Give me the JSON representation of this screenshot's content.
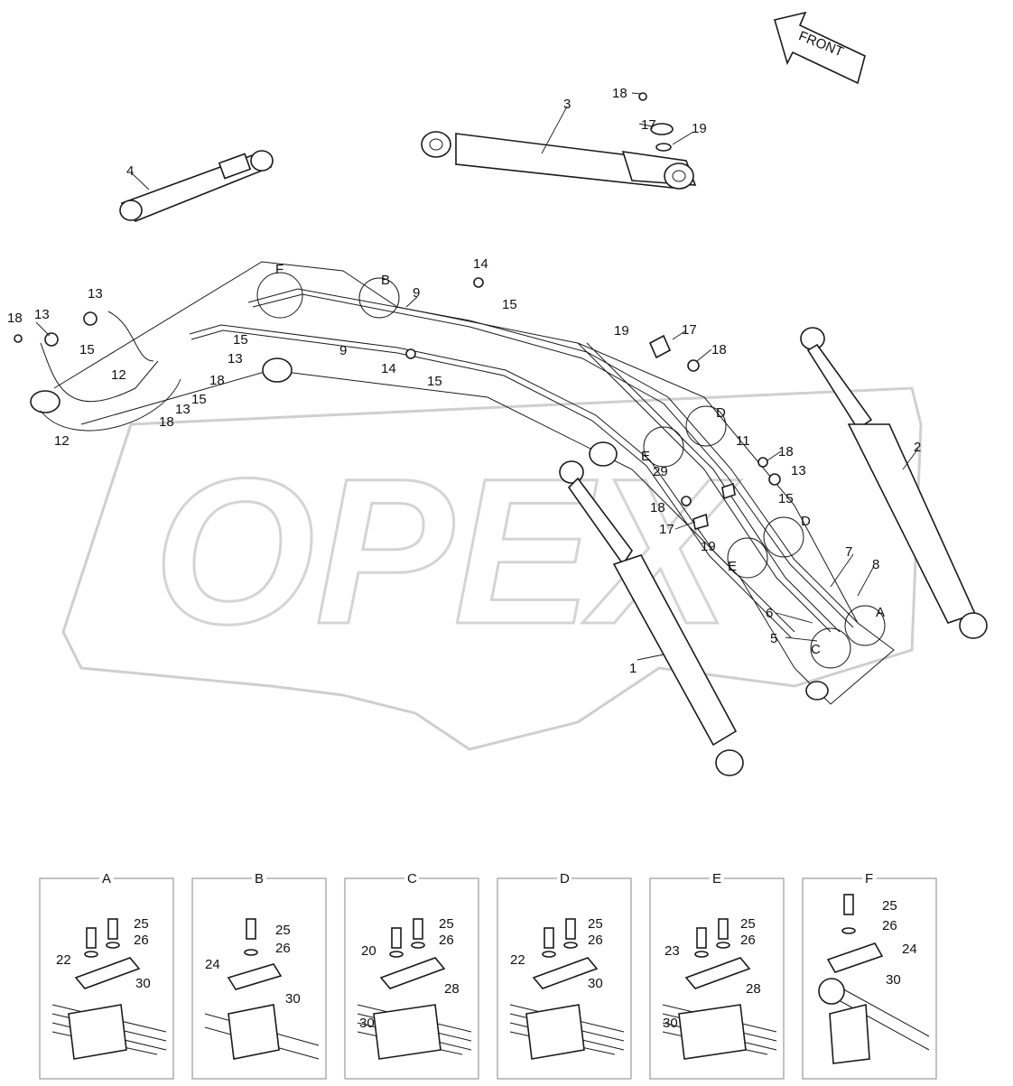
{
  "watermark": "OPEX",
  "front_arrow": {
    "label": "FRONT"
  },
  "callouts": {
    "c1": "1",
    "c2": "2",
    "c3": "3",
    "c4": "4",
    "c5": "5",
    "c6": "6",
    "c7": "7",
    "c8": "8",
    "c9a": "9",
    "c9b": "9",
    "c11": "11",
    "c12a": "12",
    "c12b": "12",
    "c13a": "13",
    "c13b": "13",
    "c13c": "13",
    "c13d": "13",
    "c13e": "13",
    "c14a": "14",
    "c14b": "14",
    "c15a": "15",
    "c15b": "15",
    "c15c": "15",
    "c15d": "15",
    "c15e": "15",
    "c15f": "15",
    "c17a": "17",
    "c17b": "17",
    "c17c": "17",
    "c18a": "18",
    "c18b": "18",
    "c18c": "18",
    "c18d": "18",
    "c18e": "18",
    "c18f": "18",
    "c18g": "18",
    "c19a": "19",
    "c19b": "19",
    "c19c": "19",
    "c29": "29",
    "tagA": "A",
    "tagB": "B",
    "tagC": "C",
    "tagD1": "D",
    "tagD2": "D",
    "tagE1": "E",
    "tagE2": "E",
    "tagF": "F"
  },
  "details": [
    {
      "title": "A",
      "labels": [
        "25",
        "26",
        "22",
        "30"
      ]
    },
    {
      "title": "B",
      "labels": [
        "25",
        "26",
        "24",
        "30"
      ]
    },
    {
      "title": "C",
      "labels": [
        "25",
        "26",
        "20",
        "28",
        "30"
      ]
    },
    {
      "title": "D",
      "labels": [
        "25",
        "26",
        "22",
        "30"
      ]
    },
    {
      "title": "E",
      "labels": [
        "25",
        "26",
        "23",
        "28",
        "30"
      ]
    },
    {
      "title": "F",
      "labels": [
        "25",
        "26",
        "24",
        "30"
      ]
    }
  ]
}
